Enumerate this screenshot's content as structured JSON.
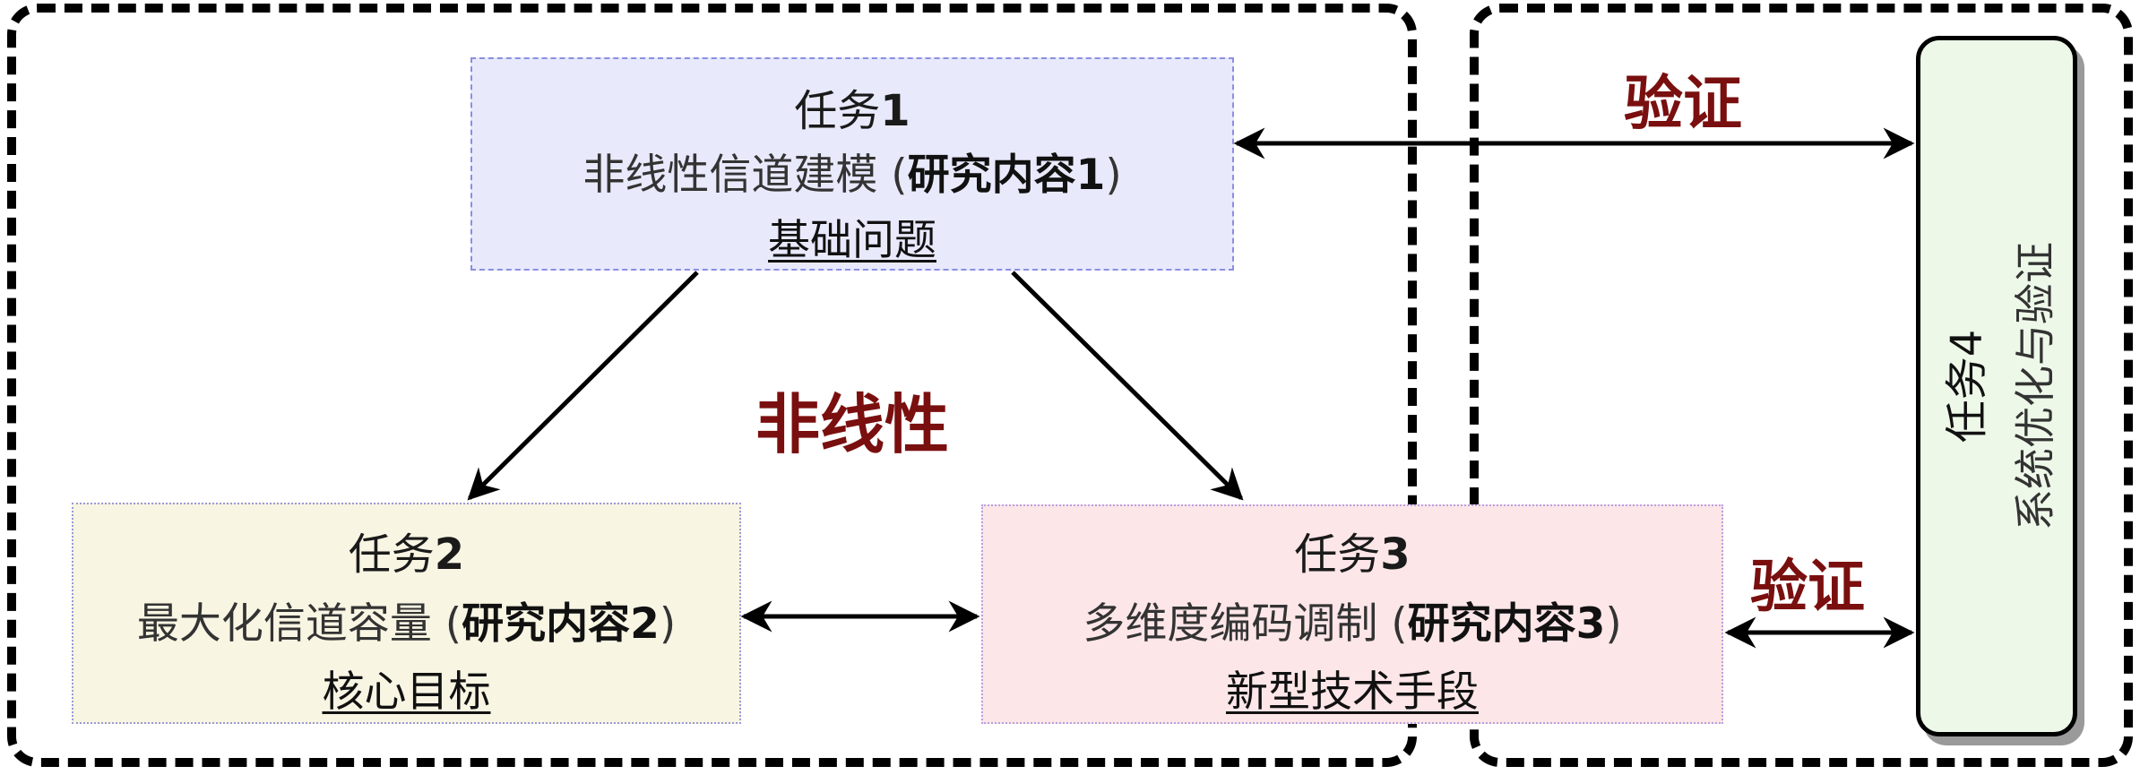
{
  "task1": {
    "title_prefix": "任务",
    "title_num": "1",
    "desc_main": "非线性信道建模 (",
    "desc_bold": "研究内容1",
    "desc_end": ")",
    "tag": "基础问题"
  },
  "task2": {
    "title_prefix": "任务",
    "title_num": "2",
    "desc_main": "最大化信道容量 (",
    "desc_bold": "研究内容2",
    "desc_end": ")",
    "tag": "核心目标"
  },
  "task3": {
    "title_prefix": "任务",
    "title_num": "3",
    "desc_main": "多维度编码调制 (",
    "desc_bold": "研究内容3",
    "desc_end": ")",
    "tag": "新型技术手段"
  },
  "task4": {
    "title": "任务4",
    "desc": "系统优化与验证"
  },
  "labels": {
    "nonlinear": "非线性",
    "verify_top": "验证",
    "verify_bottom": "验证"
  },
  "colors": {
    "task1_fill": "#e8e9fb",
    "task2_fill": "#f8f5e3",
    "task3_fill": "#fde6e8",
    "task4_fill": "#eef8e9",
    "label_red": "#7a0f0f"
  }
}
